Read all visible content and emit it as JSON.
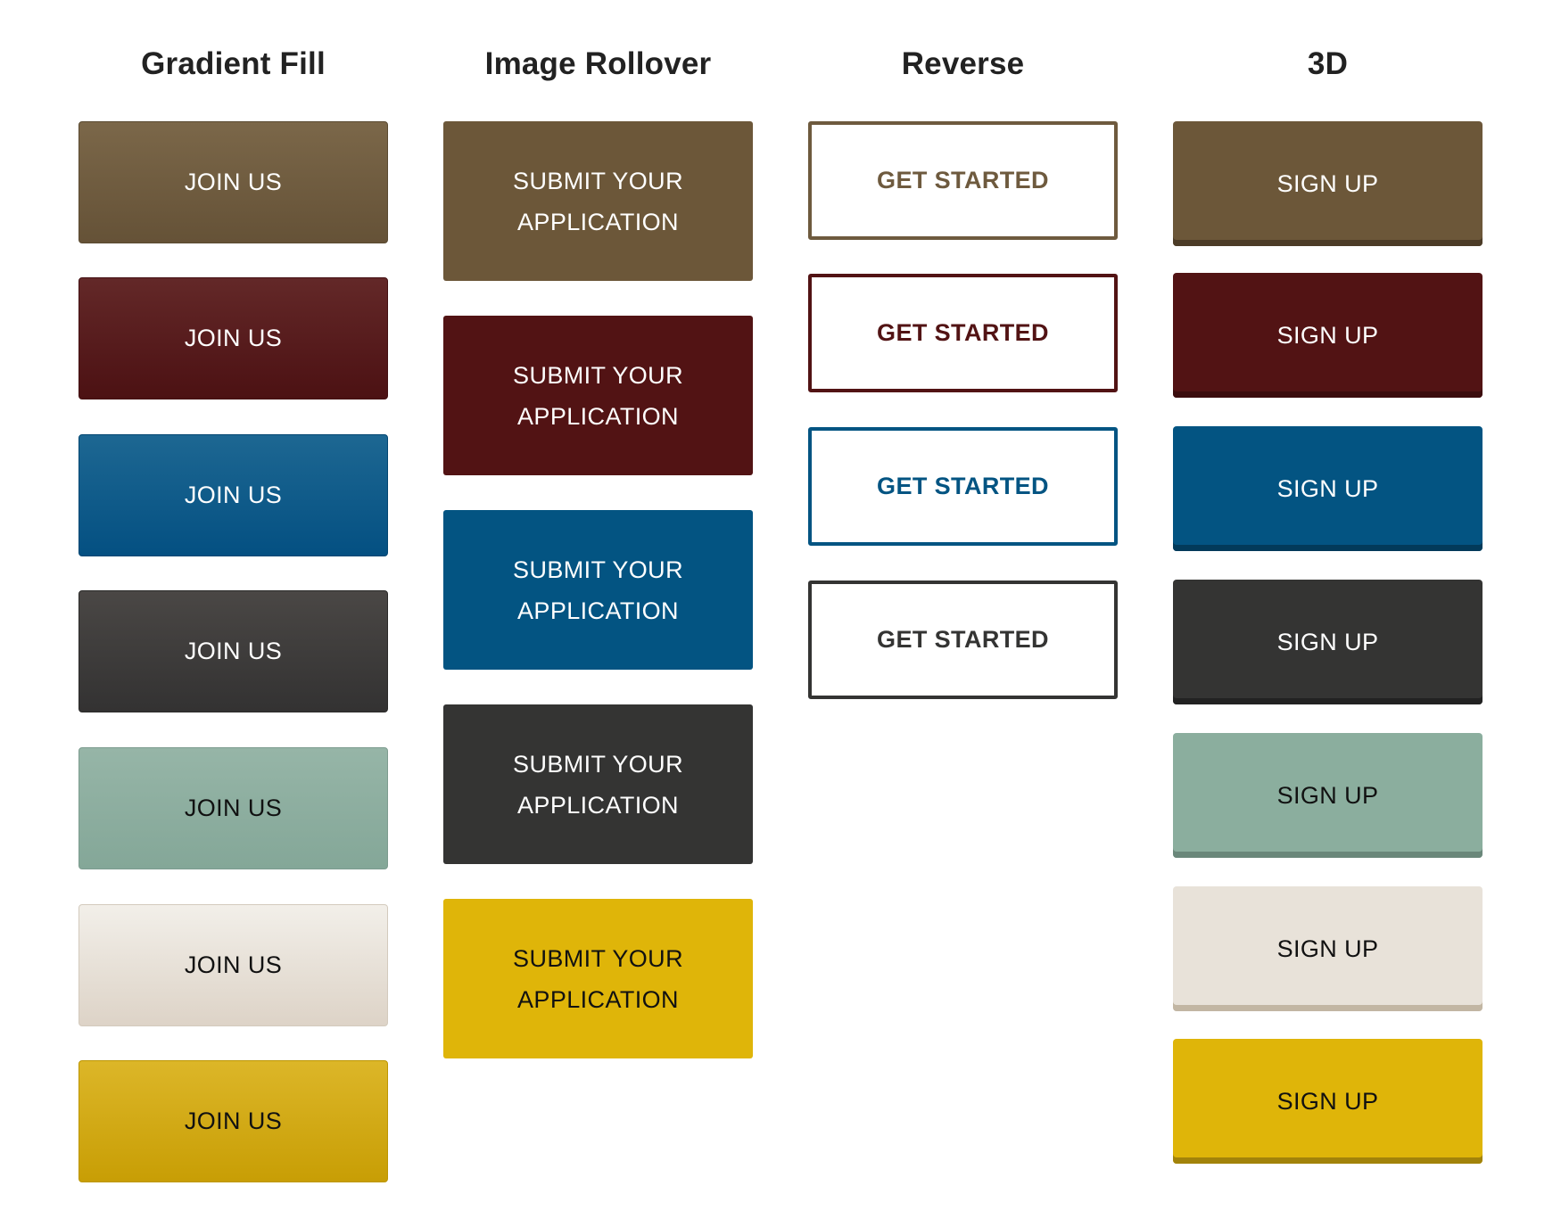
{
  "columns": {
    "gradient_fill": {
      "heading": "Gradient Fill",
      "buttons": [
        "JOIN US",
        "JOIN US",
        "JOIN US",
        "JOIN US",
        "JOIN US",
        "JOIN US",
        "JOIN US"
      ]
    },
    "image_rollover": {
      "heading": "Image Rollover",
      "buttons": [
        "SUBMIT YOUR\nAPPLICATION",
        "SUBMIT YOUR\nAPPLICATION",
        "SUBMIT YOUR\nAPPLICATION",
        "SUBMIT YOUR\nAPPLICATION",
        "SUBMIT YOUR\nAPPLICATION"
      ]
    },
    "reverse": {
      "heading": "Reverse",
      "buttons": [
        "GET STARTED",
        "GET STARTED",
        "GET STARTED",
        "GET STARTED"
      ]
    },
    "three_d": {
      "heading": "3D",
      "buttons": [
        "SIGN UP",
        "SIGN UP",
        "SIGN UP",
        "SIGN UP",
        "SIGN UP",
        "SIGN UP",
        "SIGN UP"
      ]
    }
  },
  "colors": {
    "brown": "#6c5739",
    "maroon": "#521314",
    "blue": "#035482",
    "charcoal": "#343433",
    "sage": "#8bae9e",
    "cream": "#e8e2d9",
    "gold": "#dfb509"
  }
}
